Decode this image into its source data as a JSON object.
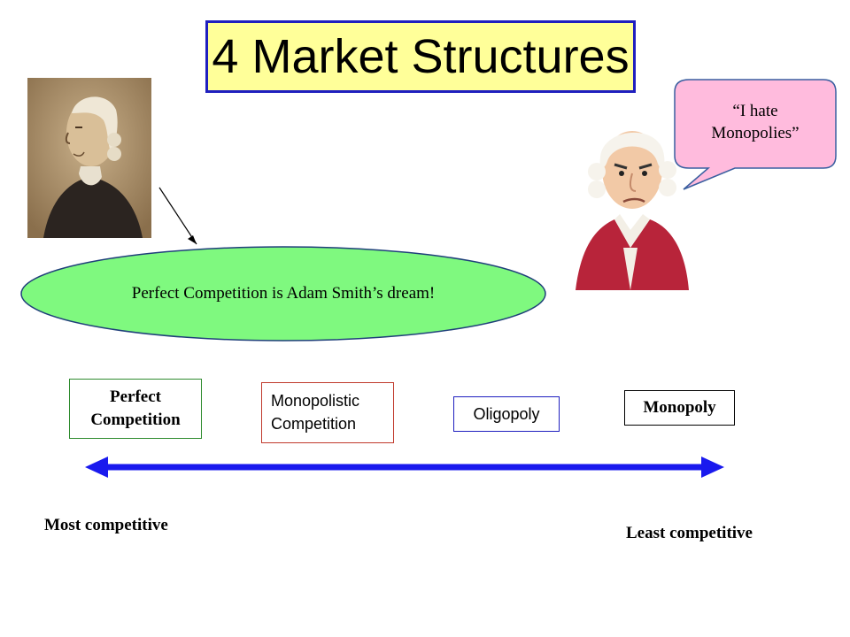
{
  "title": "4 Market Structures",
  "dream_caption": "Perfect Competition  is Adam Smith’s dream!",
  "speech_bubble": "“I hate\nMonopolies”",
  "market_boxes": {
    "perfect": "Perfect\nCompetition",
    "monopolistic": "Monopolistic\nCompetition",
    "oligopoly": "Oligopoly",
    "monopoly": "Monopoly"
  },
  "scale_labels": {
    "most": "Most competitive",
    "least": "Least competitive"
  },
  "colors": {
    "title_bg": "#ffff99",
    "title_border": "#1f1fbf",
    "ellipse_fill": "#7ff97f",
    "bubble_fill": "#ffbbdd",
    "arrow": "#1a1aee"
  }
}
